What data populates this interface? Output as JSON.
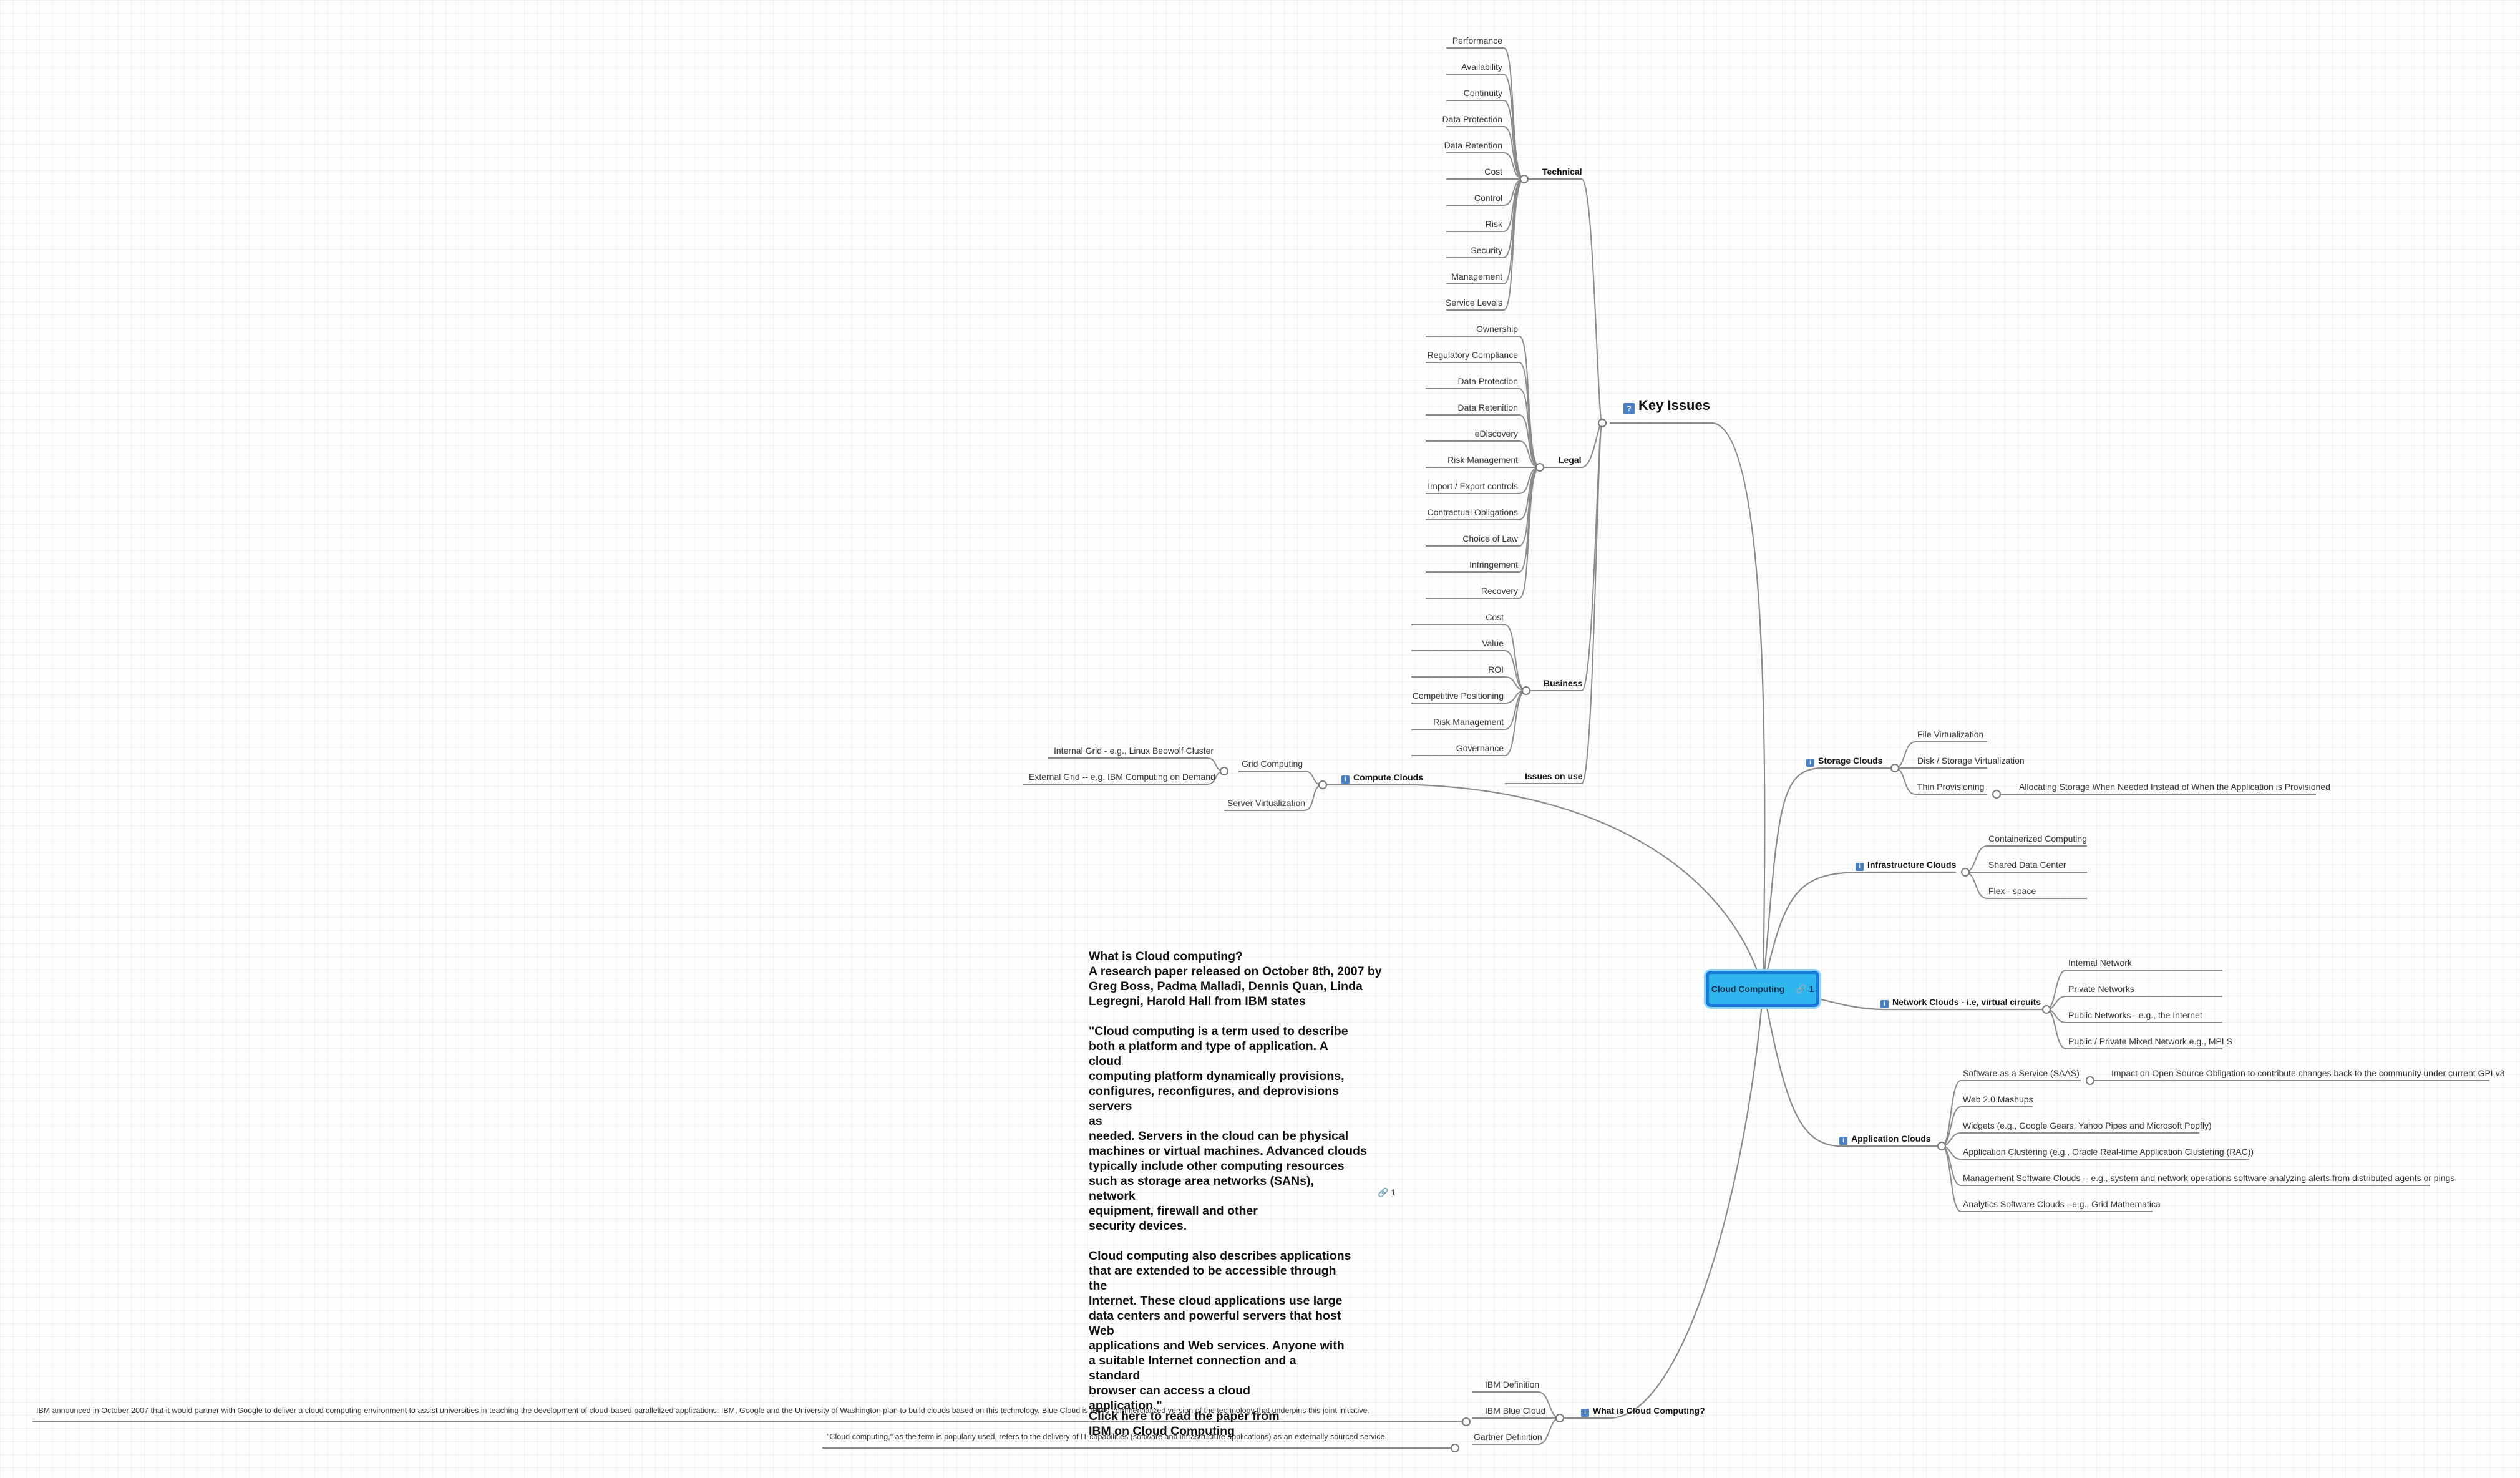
{
  "root": {
    "label": "Cloud Computing",
    "link_count": "1",
    "icon": "link-icon"
  },
  "accent": {
    "root_fill": "#2fb6ef",
    "root_border": "#1a78d6",
    "branch_icon": "#4a7fc1",
    "line": "#8a8a8a"
  },
  "key_issues": {
    "label": "Key Issues",
    "technical": {
      "label": "Technical",
      "items": [
        "Performance",
        "Availability",
        "Continuity",
        "Data Protection",
        "Data Retention",
        "Cost",
        "Control",
        "Risk",
        "Security",
        "Management",
        "Service Levels"
      ]
    },
    "legal": {
      "label": "Legal",
      "items": [
        "Ownership",
        "Regulatory Compliance",
        "Data Protection",
        "Data Retenition",
        "eDiscovery",
        "Risk Management",
        "Import / Export controls",
        "Contractual Obligations",
        "Choice of Law",
        "Infringement",
        "Recovery"
      ]
    },
    "business": {
      "label": "Business",
      "items": [
        "Cost",
        "Value",
        "ROI",
        "Competitive Positioning",
        "Risk Management",
        "Governance"
      ]
    },
    "issues_on_use": "Issues on use"
  },
  "compute_clouds": {
    "label": "Compute Clouds",
    "grid_computing": "Grid Computing",
    "grid_items": [
      "Internal Grid - e.g., Linux Beowolf Cluster",
      "External Grid -- e.g. IBM Computing on Demand"
    ],
    "server_virtualization": "Server Virtualization"
  },
  "storage_clouds": {
    "label": "Storage Clouds",
    "items": [
      "File Virtualization",
      "Disk / Storage Virtualization",
      "Thin Provisioning"
    ],
    "thin_child": "Allocating Storage When Needed Instead of When the Application is Provisioned"
  },
  "infrastructure_clouds": {
    "label": "Infrastructure Clouds",
    "items": [
      "Containerized Computing",
      "Shared Data Center",
      "Flex - space"
    ]
  },
  "network_clouds": {
    "label": "Network Clouds - i.e, virtual circuits",
    "items": [
      "Internal Network",
      "Private Networks",
      "Public Networks - e.g., the Internet",
      "Public / Private Mixed Network e.g., MPLS"
    ]
  },
  "application_clouds": {
    "label": "Application Clouds",
    "items": [
      "Software as a Service (SAAS)",
      "Web 2.0 Mashups",
      "Widgets (e.g., Google Gears, Yahoo Pipes and Microsoft Popfly)",
      "Application Clustering  (e.g., Oracle Real-time Application Clustering (RAC))",
      "Management Software Clouds -- e.g., system and network operations software analyzing alerts from distributed agents or pings",
      "Analytics Software Clouds - e.g., Grid Mathematica"
    ],
    "saas_child": "Impact on Open Source Obligation to contribute changes back to the community under current GPLv3"
  },
  "what_is": {
    "label": "What is Cloud Computing?",
    "items": [
      "IBM Definition",
      "IBM Blue Cloud",
      "Gartner Definition"
    ],
    "ibm_blue_cloud_text": "IBM announced in October 2007 that it would partner with Google to deliver a cloud computing environment to assist universities in teaching the development of cloud-based parallelized applications. IBM, Google and the University of Washington plan to build clouds based on this technology. Blue Cloud is IBM's commercialized version of the technology that underpins this joint initiative.",
    "gartner_text": "\"Cloud computing,\" as the term is popularly used, refers to the delivery of IT capabilities (software and infrastructure applications) as an externally sourced service."
  },
  "note": {
    "text": "What is Cloud computing?\nA research paper released on October 8th, 2007 by\nGreg Boss, Padma Malladi, Dennis Quan, Linda\nLegregni, Harold Hall from IBM states\n\n\"Cloud computing is a term used to describe\nboth a platform and type of application. A\ncloud\ncomputing platform dynamically provisions,\nconfigures, reconfigures, and deprovisions servers\nas\nneeded. Servers in the cloud can be physical\nmachines or virtual machines. Advanced clouds\ntypically include other computing resources\nsuch as storage area networks (SANs),\nnetwork\nequipment, firewall and other\nsecurity devices.\n\nCloud computing also describes applications\nthat are extended to be accessible through\nthe\nInternet. These cloud applications use large\ndata centers and powerful servers that host\nWeb\napplications and Web services. Anyone with\na suitable Internet connection and a\nstandard\nbrowser can access a cloud\napplication.\"",
    "link_count": "1",
    "cta": "Click here to read the paper from IBM on Cloud Computing"
  }
}
